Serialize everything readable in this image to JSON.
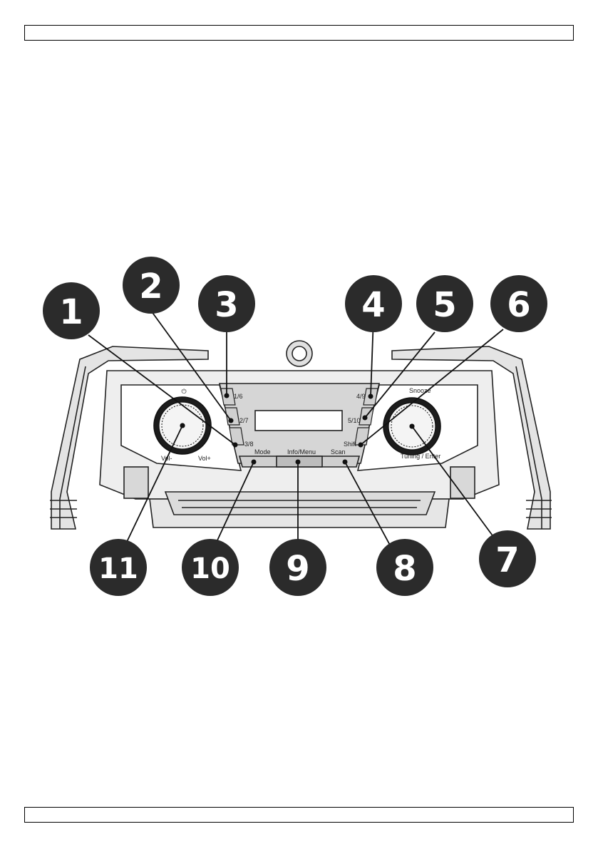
{
  "header_box_text": "",
  "footer_box_text": "",
  "panel": {
    "power_symbol": "⏻",
    "preset_left": [
      "1/6",
      "2/7",
      "3/8"
    ],
    "preset_right": [
      "4/9",
      "5/10"
    ],
    "shift_label": "Shift",
    "snooze_label": "Snooze",
    "vol_minus_label": "Vol-",
    "vol_plus_label": "Vol+",
    "mode_label": "Mode",
    "info_menu_label": "Info/Menu",
    "scan_label": "Scan",
    "tuning_enter_label": "Tuning / Enter"
  },
  "callouts": [
    "1",
    "2",
    "3",
    "4",
    "5",
    "6",
    "7",
    "8",
    "9",
    "10",
    "11"
  ],
  "colors": {
    "callout_fill": "#2b2b2b",
    "line": "#111111"
  }
}
